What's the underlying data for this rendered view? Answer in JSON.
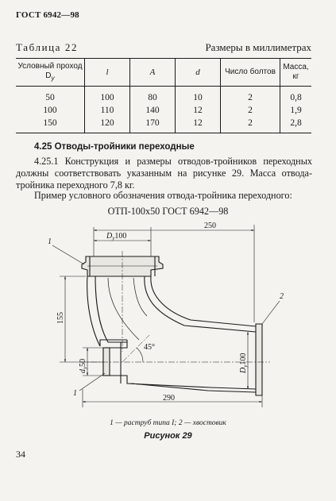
{
  "header": {
    "doc_code": "ГОСТ 6942—98"
  },
  "table": {
    "caption": "Таблица 22",
    "units": "Размеры в миллиметрах",
    "columns": [
      "Условный проход D",
      "l",
      "A",
      "d",
      "Число болтов",
      "Масса, кг"
    ],
    "col0_sub": "y",
    "rows": [
      [
        "50",
        "100",
        "80",
        "10",
        "2",
        "0,8"
      ],
      [
        "100",
        "110",
        "140",
        "12",
        "2",
        "1,9"
      ],
      [
        "150",
        "120",
        "170",
        "12",
        "2",
        "2,8"
      ]
    ]
  },
  "section": {
    "title": "4.25 Отводы-тройники переходные",
    "p1": "4.25.1 Конструкция и размеры отводов-тройников переходных должны соответствовать указанным на рисунке 29. Масса отвода-тройника переходного 7,8 кг.",
    "p2": "Пример условного обозначения отвода-тройника переходного:",
    "designation": "ОТП-100х50 ГОСТ 6942—98"
  },
  "figure": {
    "dims": {
      "dy_top": "100",
      "width_top": "250",
      "height_left": "155",
      "d_left": "50",
      "angle": "45°",
      "dy_right": "100",
      "width_bottom": "290"
    },
    "callouts": {
      "one_top": "1",
      "one_bottom": "1",
      "two": "2"
    },
    "legend": "1 — раструб типа I; 2 — хвостовик",
    "title": "Рисунок 29"
  },
  "page": {
    "number": "34"
  }
}
